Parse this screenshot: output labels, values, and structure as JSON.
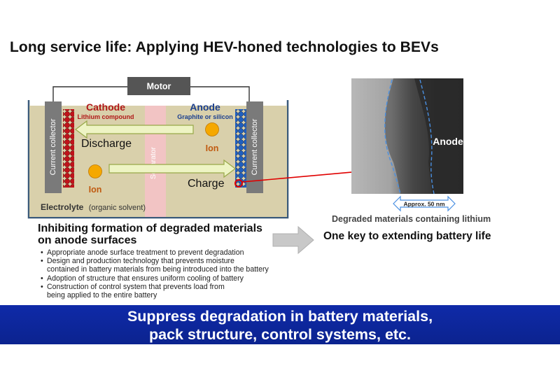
{
  "title": "Long service life: Applying HEV-honed technologies to BEVs",
  "diagram": {
    "motor_label": "Motor",
    "cathode_label": "Cathode",
    "cathode_sub": "Lithium compound",
    "anode_label": "Anode",
    "anode_sub": "Graphite or silicon",
    "current_collector_label": "Current collector",
    "separator_label": "Separator",
    "discharge_label": "Discharge",
    "charge_label": "Charge",
    "ion_label": "Ion",
    "electrolyte_label": "Electrolyte",
    "electrolyte_sub": "(organic solvent)",
    "colors": {
      "cathode_text": "#b01818",
      "anode_text": "#1b3f8f",
      "cathode_particles": "#c0121a",
      "anode_particles": "#1f5fbf",
      "electrolyte_fill": "#d9d0ab",
      "separator_fill": "#f2c4c4",
      "collector_fill": "#7a7a7a",
      "arrow_fill": "#eef4c4",
      "ion_fill": "#f5a800"
    }
  },
  "tem": {
    "anode_label": "Anode",
    "scale_label": "Approx. 50 nm",
    "caption": "Degraded materials containing lithium"
  },
  "key_text": "One key to extending battery life",
  "inhibit_title": "Inhibiting formation of degraded materials on anode surfaces",
  "bullets": [
    {
      "line1": "Appropriate anode surface treatment to prevent degradation",
      "line2": ""
    },
    {
      "line1": "Design and production technology that prevents moisture",
      "line2": "contained in battery materials from being introduced into the battery"
    },
    {
      "line1": "Adoption of structure that ensures uniform cooling of battery",
      "line2": ""
    },
    {
      "line1": "Construction of control system that prevents load from",
      "line2": "being applied to the entire battery"
    }
  ],
  "banner": {
    "line1": "Suppress degradation in battery materials,",
    "line2": "pack structure, control systems, etc.",
    "color": "#0f2aa8"
  }
}
